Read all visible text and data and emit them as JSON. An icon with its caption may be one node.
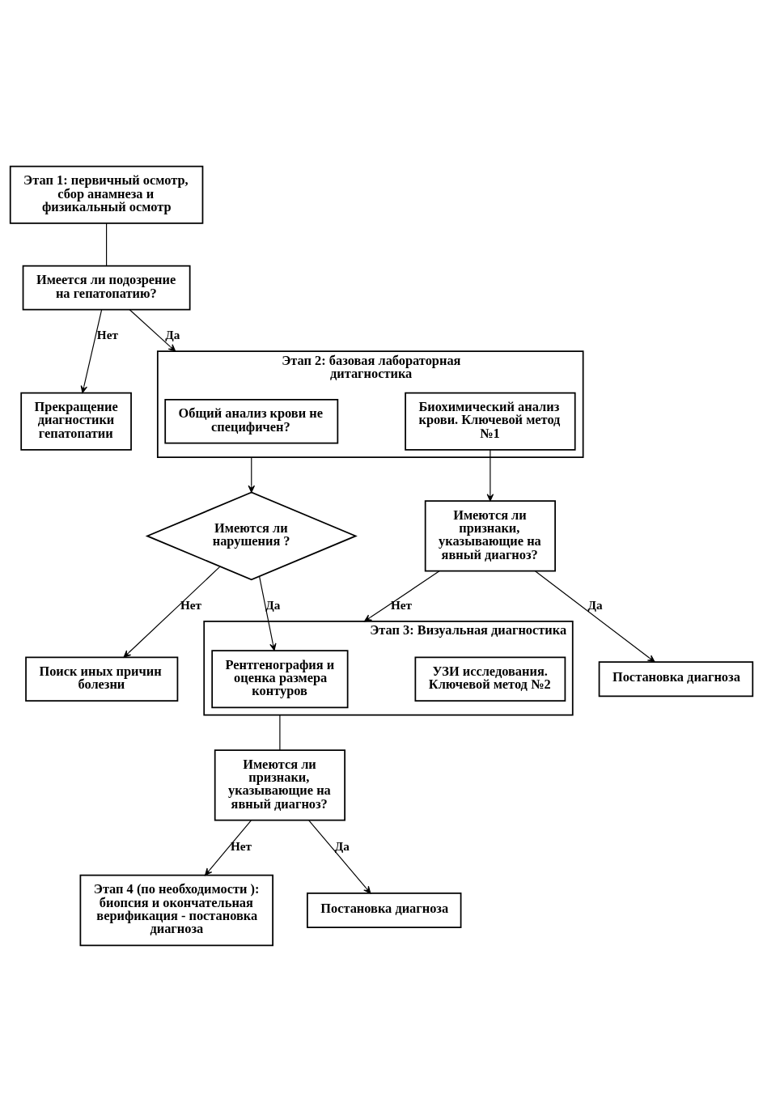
{
  "diagram": {
    "nodes": [
      {
        "text": [
          "Этап 1: первичный осмотр, сбор анамнеза и физикальный осмотр"
        ]
      },
      {
        "text": [
          "Имеется ли подозрение на гепатопатию?"
        ]
      },
      {
        "text": [
          "Прекращение диагностики гепатопатии"
        ]
      },
      {
        "text": [
          "Этап 2: базовая лабораторная дитагностика"
        ]
      },
      {
        "text": [
          "Общий анализ крови не специфичен?"
        ],
        "in": 3
      },
      {
        "text": [
          "Биохимический анализ крови. Ключевой метод №1"
        ],
        "in": 3
      },
      {
        "text": [
          "Имеются ли нарушения ?"
        ]
      },
      {
        "text": [
          "Имеются ли признаки, указывающие на явный диагноз?"
        ]
      },
      {
        "text": [
          "Постановка диагноза"
        ]
      },
      {
        "text": [
          "Поиск иных причин болезни"
        ]
      },
      {
        "text": [
          "Этап 3: Визуальная диагностика"
        ]
      },
      {
        "text": [
          "Рентгенография и оценка размера контуров"
        ],
        "in": 10
      },
      {
        "text": [
          "УЗИ исследования. Ключевой метод №2"
        ],
        "in": 10
      },
      {
        "text": [
          "Имеются ли признаки, указывающие на явный диагноз?"
        ]
      },
      {
        "text": [
          "Этап 4 (по необходимости ): биопсия и окончательная верификация - постановка диагноза"
        ]
      },
      {
        "text": [
          "Постановка диагноза"
        ]
      }
    ],
    "edges": [
      {
        "from": 0,
        "to": 1,
        "arrow": "none"
      },
      {
        "from": 1,
        "to": 2,
        "arrow": "to",
        "label": "Нет"
      },
      {
        "from": 1,
        "to": 3,
        "arrow": "to",
        "label": "Да"
      },
      {
        "from": 3,
        "to": 6,
        "arrow": "to"
      },
      {
        "from": 5,
        "to": 7,
        "arrow": "to"
      },
      {
        "from": 7,
        "to": 8,
        "arrow": "to",
        "label": "Да"
      },
      {
        "from": 7,
        "to": 10,
        "arrow": "to",
        "label": "Нет"
      },
      {
        "from": 6,
        "to": 9,
        "arrow": "to",
        "label": "Нет"
      },
      {
        "from": 6,
        "to": 11,
        "arrow": "to",
        "label": "Да"
      },
      {
        "from": 10,
        "to": 13,
        "arrow": "none"
      },
      {
        "from": 13,
        "to": 14,
        "arrow": "to",
        "label": "Нет"
      },
      {
        "from": 13,
        "to": 15,
        "arrow": "to",
        "label": "Да"
      }
    ]
  }
}
